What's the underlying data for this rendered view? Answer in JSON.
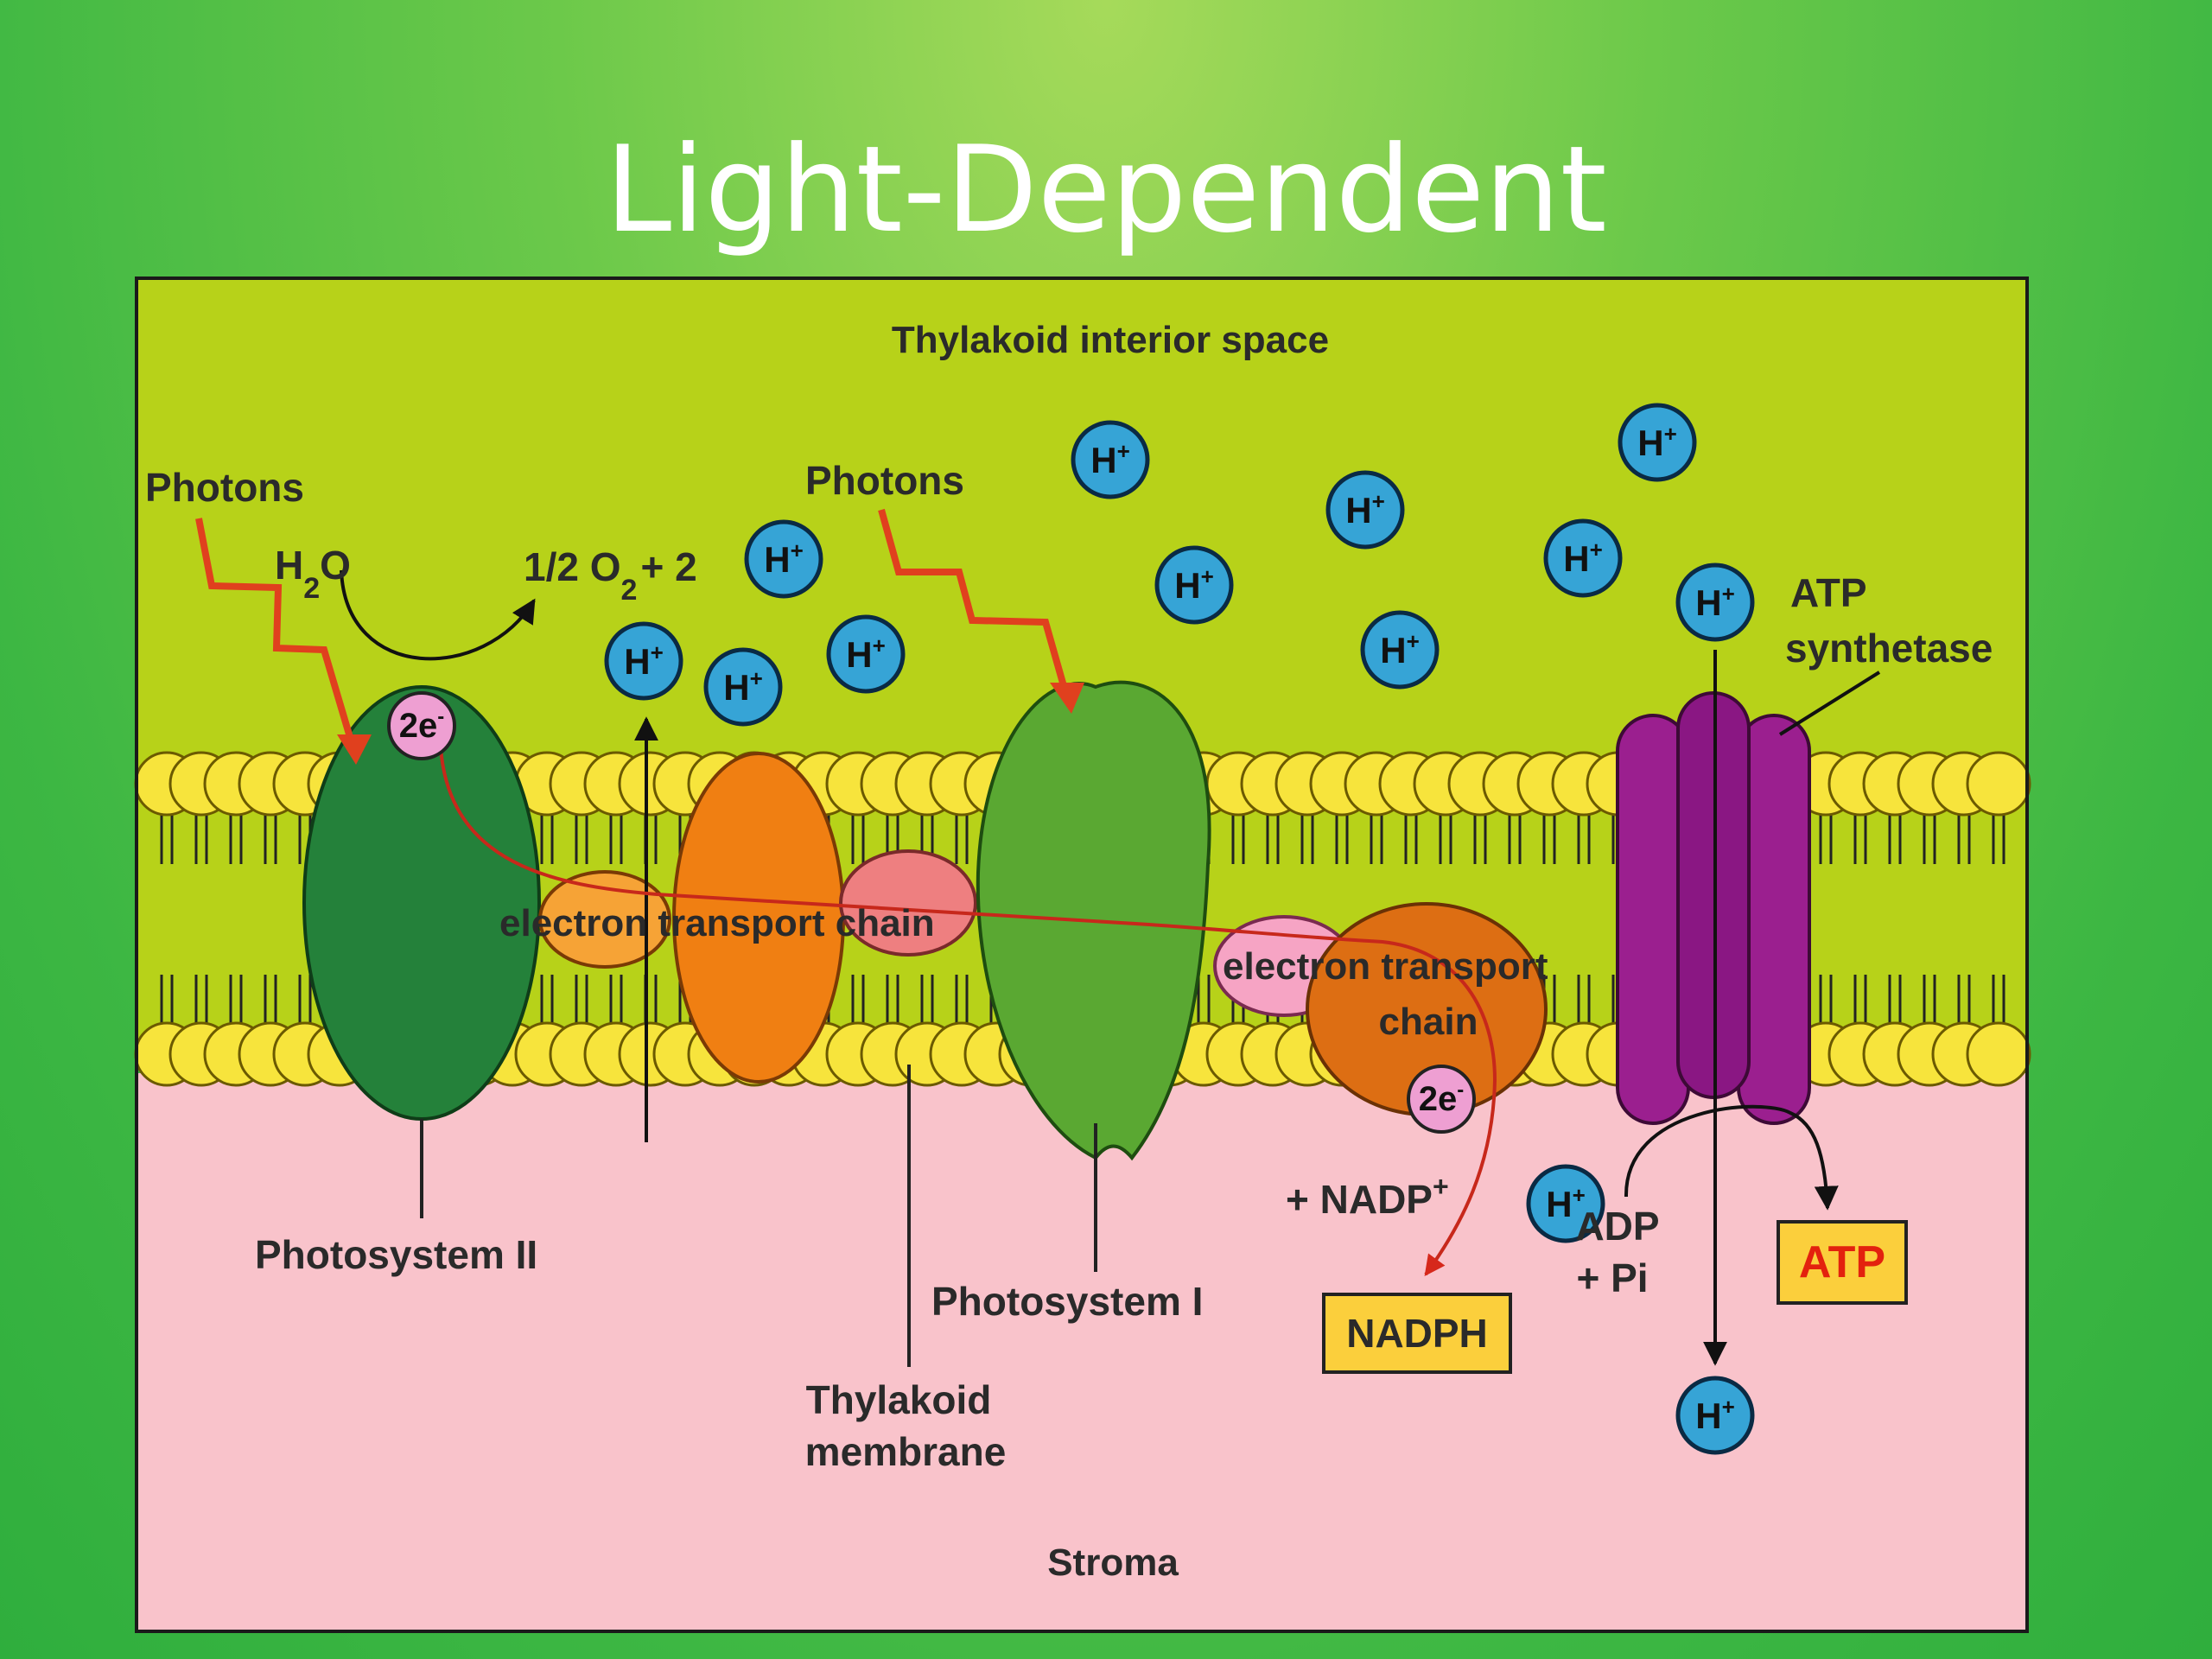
{
  "slide": {
    "title": "Light-Dependent"
  },
  "diagram": {
    "regions": {
      "top": "Thylakoid interior space",
      "bottom": "Stroma"
    },
    "labels": {
      "photons_left": "Photons",
      "photons_mid": "Photons",
      "h2o_main": "H",
      "h2o_sub": "2",
      "h2o_end": "O",
      "o2_pre": "1/2 O",
      "o2_sub": "2",
      "o2_post": "+ 2",
      "etc_1": "electron transport chain",
      "etc_2_line1": "electron transport",
      "etc_2_line2": "chain",
      "atp_synthetase_line1": "ATP",
      "atp_synthetase_line2": "synthetase",
      "photosystem_ii": "Photosystem II",
      "photosystem_i": "Photosystem I",
      "thylakoid_membrane_line1": "Thylakoid",
      "thylakoid_membrane_line2": "membrane",
      "nadp": "+ NADP",
      "nadp_sup": "+",
      "adp_line1": "ADP",
      "adp_line2": "+ Pi",
      "nadph_box": "NADPH",
      "atp_box": "ATP"
    },
    "ion": {
      "main": "H",
      "sup": "+"
    },
    "electron": {
      "main": "2e",
      "sup": "-"
    },
    "colors": {
      "interior": "#b7d219",
      "stroma": "#f9c3cb",
      "lipid_head": "#f7e43c",
      "photosystem_ii": "#24813a",
      "photosystem_i": "#5aa832",
      "cytochrome": "#f07f12",
      "carrier_orange": "#f6a336",
      "carrier_pink": "#ee7f80",
      "ferredoxin_pink": "#f6a4c4",
      "reductase": "#dd6e13",
      "atp_synthase": "#9b1f8f",
      "ion_fill": "#36a4d6",
      "electron_fill": "#ee9fd2",
      "photon_arrow": "#e0401e",
      "box_fill": "#fbcf3c",
      "atp_text": "#e3210e"
    }
  }
}
